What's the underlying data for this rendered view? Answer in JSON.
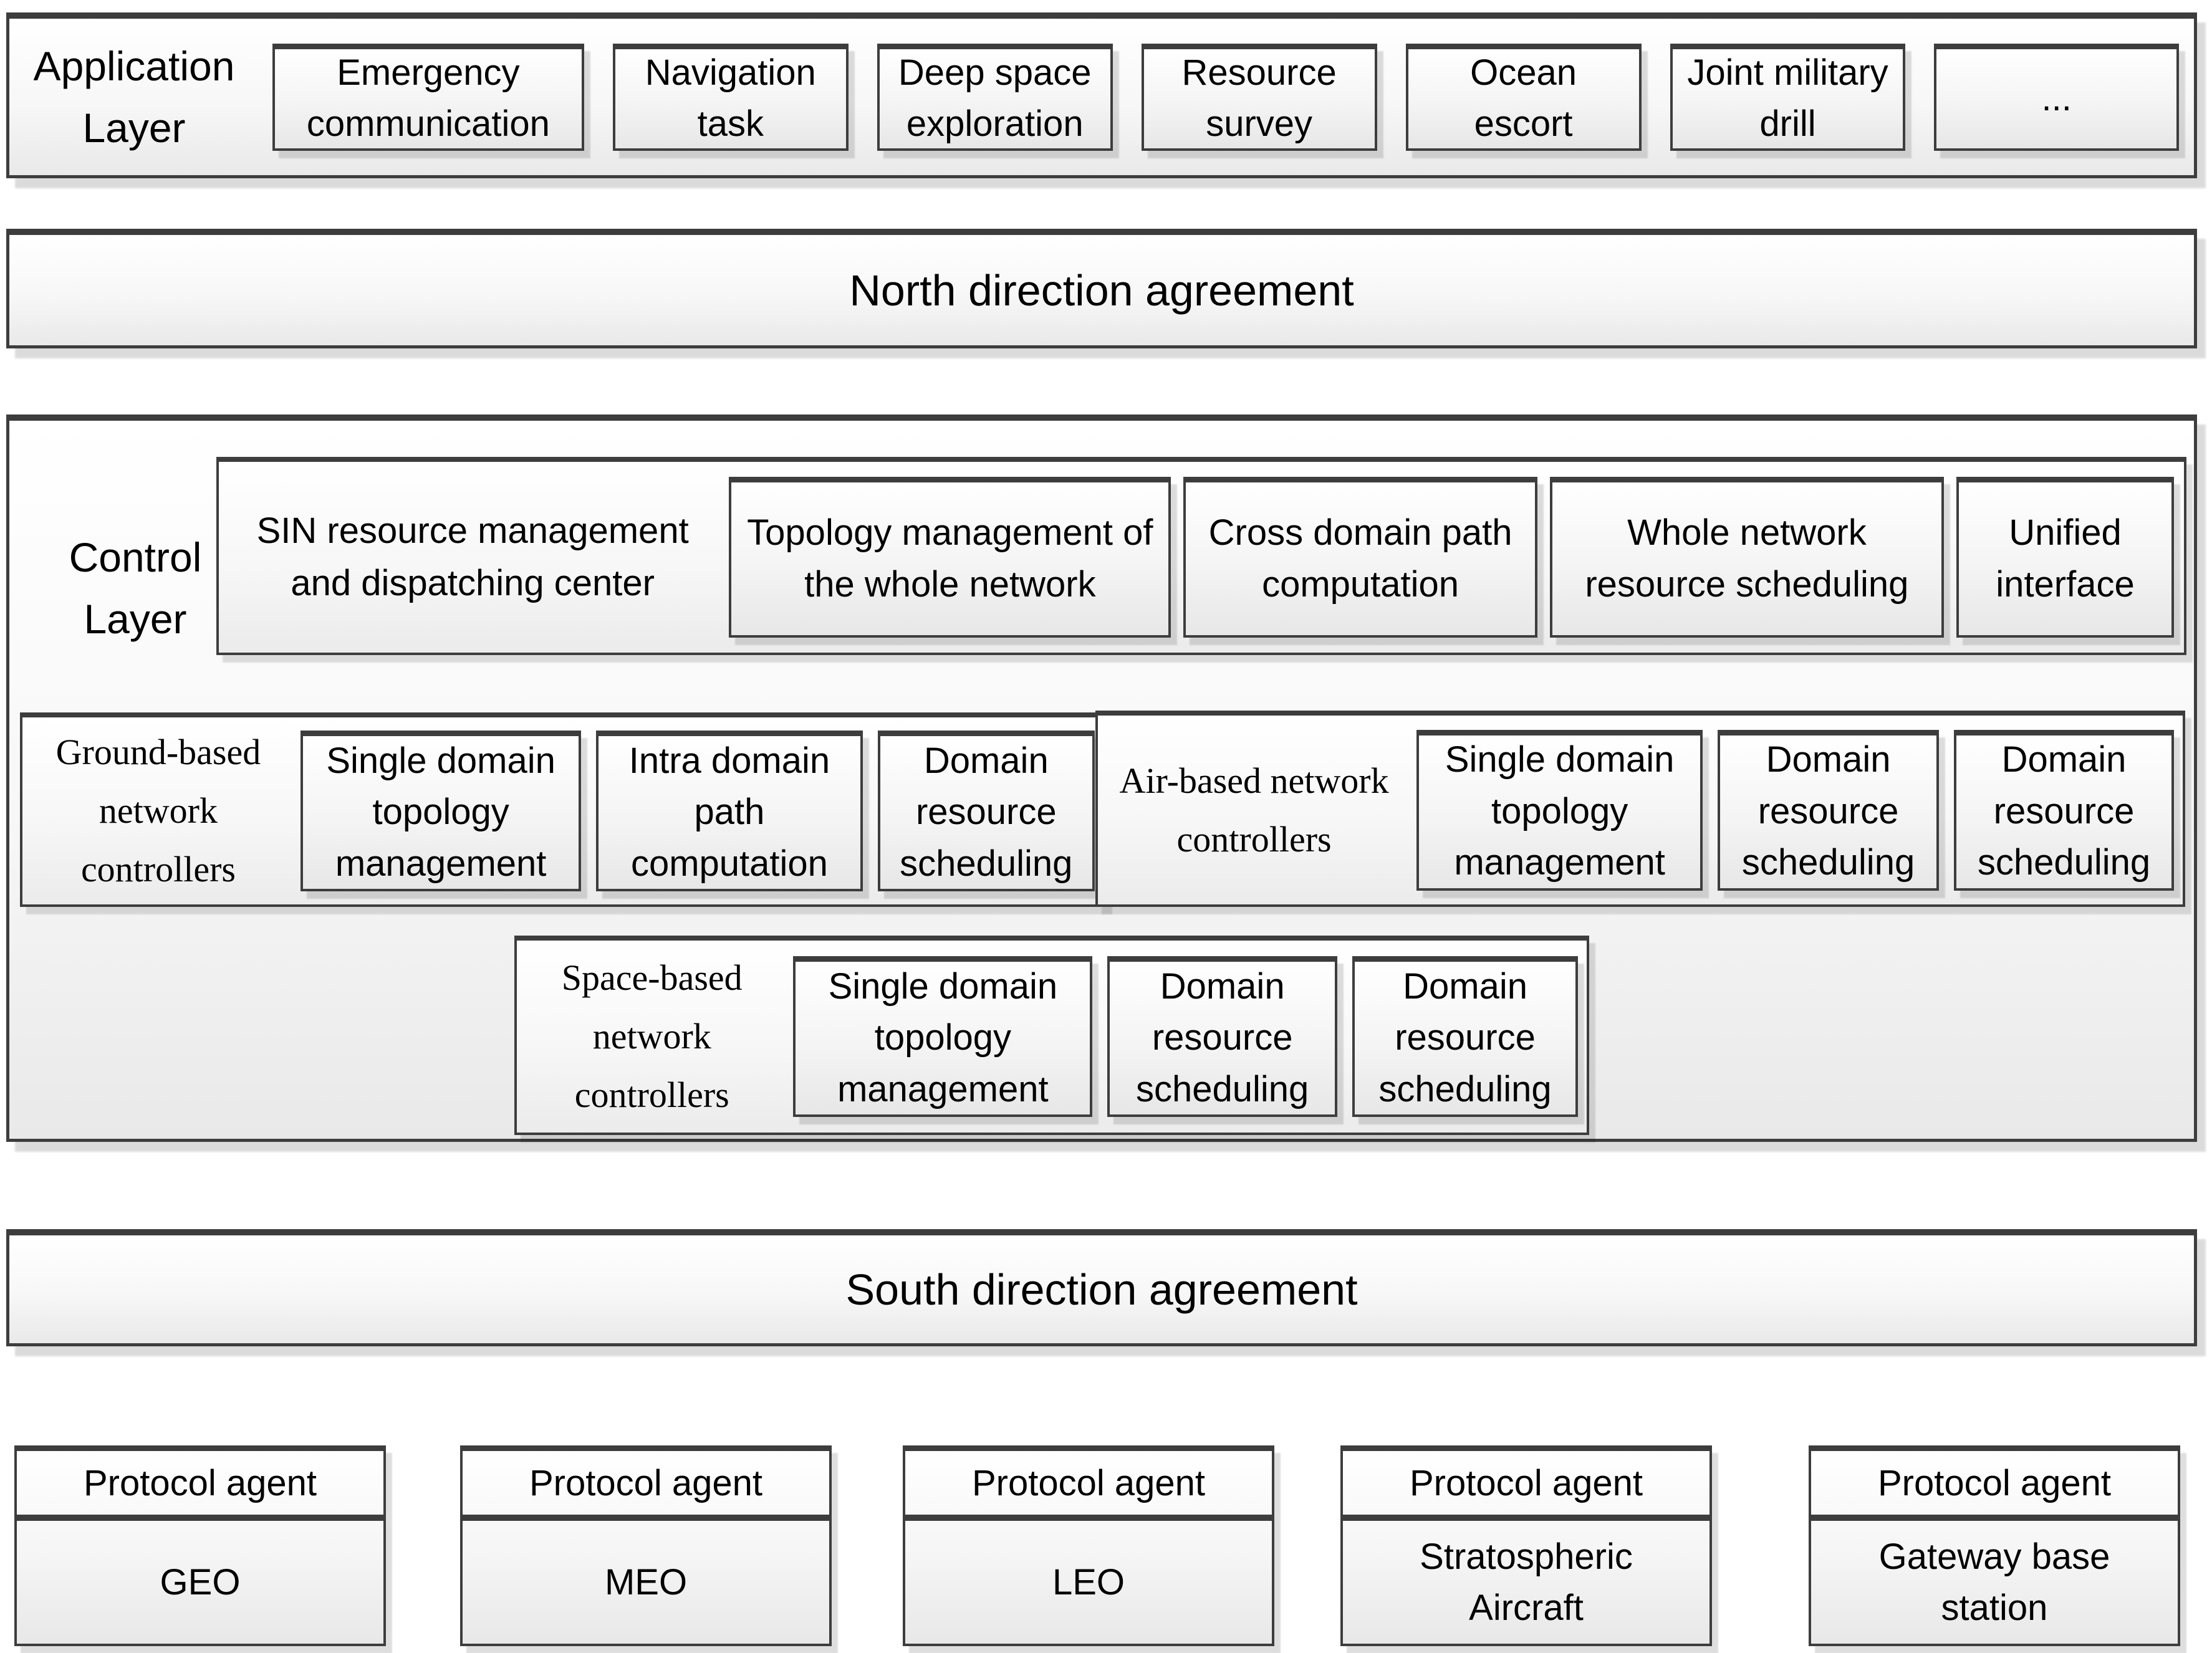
{
  "app_layer": {
    "label": "Application Layer",
    "items": [
      "Emergency communication",
      "Navigation task",
      "Deep space exploration",
      "Resource survey",
      "Ocean escort",
      "Joint military drill",
      "..."
    ]
  },
  "north_bar": "North direction agreement",
  "control_layer": {
    "label": "Control Layer",
    "center_row": {
      "label": "SIN resource management and dispatching center",
      "items": [
        "Topology management of the whole network",
        "Cross domain path computation",
        "Whole network resource scheduling",
        "Unified interface"
      ]
    },
    "ground_row": {
      "label": "Ground-based network controllers",
      "items": [
        "Single domain topology management",
        "Intra domain path computation",
        "Domain resource scheduling"
      ]
    },
    "air_row": {
      "label": "Air-based network controllers",
      "items": [
        "Single domain topology management",
        "Domain resource scheduling",
        "Domain resource scheduling"
      ]
    },
    "space_row": {
      "label": "Space-based network controllers",
      "items": [
        "Single domain topology management",
        "Domain resource scheduling",
        "Domain resource scheduling"
      ]
    }
  },
  "south_bar": "South direction agreement",
  "protocol_agents": [
    {
      "header": "Protocol agent",
      "label": "GEO"
    },
    {
      "header": "Protocol agent",
      "label": "MEO"
    },
    {
      "header": "Protocol agent",
      "label": "LEO"
    },
    {
      "header": "Protocol agent",
      "label": "Stratospheric Aircraft"
    },
    {
      "header": "Protocol agent",
      "label": "Gateway base station"
    }
  ],
  "colors": {
    "border": "#3d3d3d",
    "box_gradient_top": "#ffffff",
    "box_gradient_bottom": "#e8e8e8"
  }
}
